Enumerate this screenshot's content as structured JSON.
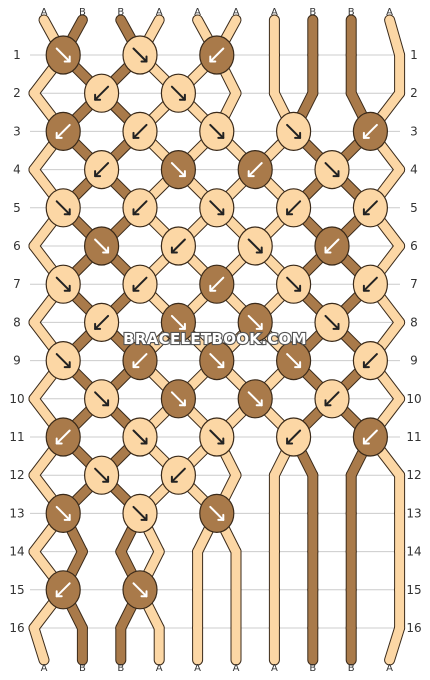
{
  "colors": {
    "A": "#fcd7a5",
    "B": "#a97a4a",
    "outline": "#3a2a1a",
    "gridline": "#cccccc",
    "arrow_on_light": "#222222",
    "arrow_on_dark": "#ffffff"
  },
  "strings": [
    "A",
    "B",
    "B",
    "A",
    "A",
    "A",
    "A",
    "B",
    "B",
    "A"
  ],
  "watermark": "BRACELETBOOK.COM",
  "row_numbers": [
    "1",
    "2",
    "3",
    "4",
    "5",
    "6",
    "7",
    "8",
    "9",
    "10",
    "11",
    "12",
    "13",
    "14",
    "15",
    "16"
  ],
  "knots": [
    [
      [
        "B",
        "se"
      ],
      [
        "A",
        "se"
      ],
      [
        "B",
        "sw"
      ]
    ],
    [
      [
        "A",
        "sw"
      ],
      [
        "A",
        "se"
      ]
    ],
    [
      [
        "B",
        "sw"
      ],
      [
        "A",
        "sw"
      ],
      [
        "A",
        "se"
      ],
      [
        "A",
        "se"
      ],
      [
        "B",
        "sw"
      ]
    ],
    [
      [
        "A",
        "sw"
      ],
      [
        "B",
        "se"
      ],
      [
        "B",
        "sw"
      ],
      [
        "A",
        "se"
      ]
    ],
    [
      [
        "A",
        "se"
      ],
      [
        "A",
        "sw"
      ],
      [
        "A",
        "se"
      ],
      [
        "A",
        "sw"
      ],
      [
        "A",
        "sw"
      ]
    ],
    [
      [
        "B",
        "se"
      ],
      [
        "A",
        "sw"
      ],
      [
        "A",
        "se"
      ],
      [
        "B",
        "sw"
      ]
    ],
    [
      [
        "A",
        "se"
      ],
      [
        "A",
        "sw"
      ],
      [
        "B",
        "sw"
      ],
      [
        "A",
        "se"
      ],
      [
        "A",
        "sw"
      ]
    ],
    [
      [
        "A",
        "sw"
      ],
      [
        "B",
        "se"
      ],
      [
        "B",
        "se"
      ],
      [
        "A",
        "se"
      ]
    ],
    [
      [
        "A",
        "se"
      ],
      [
        "B",
        "sw"
      ],
      [
        "B",
        "se"
      ],
      [
        "B",
        "se"
      ],
      [
        "A",
        "sw"
      ]
    ],
    [
      [
        "A",
        "se"
      ],
      [
        "B",
        "se"
      ],
      [
        "B",
        "se"
      ],
      [
        "A",
        "sw"
      ]
    ],
    [
      [
        "B",
        "sw"
      ],
      [
        "A",
        "se"
      ],
      [
        "A",
        "se"
      ],
      [
        "A",
        "sw"
      ],
      [
        "B",
        "sw"
      ]
    ],
    [
      [
        "A",
        "se"
      ],
      [
        "A",
        "sw"
      ]
    ],
    [
      [
        "B",
        "se"
      ],
      [
        "A",
        "se"
      ],
      [
        "B",
        "se"
      ]
    ],
    [],
    [
      [
        "B",
        "sw"
      ],
      [
        "B",
        "se"
      ]
    ],
    []
  ]
}
